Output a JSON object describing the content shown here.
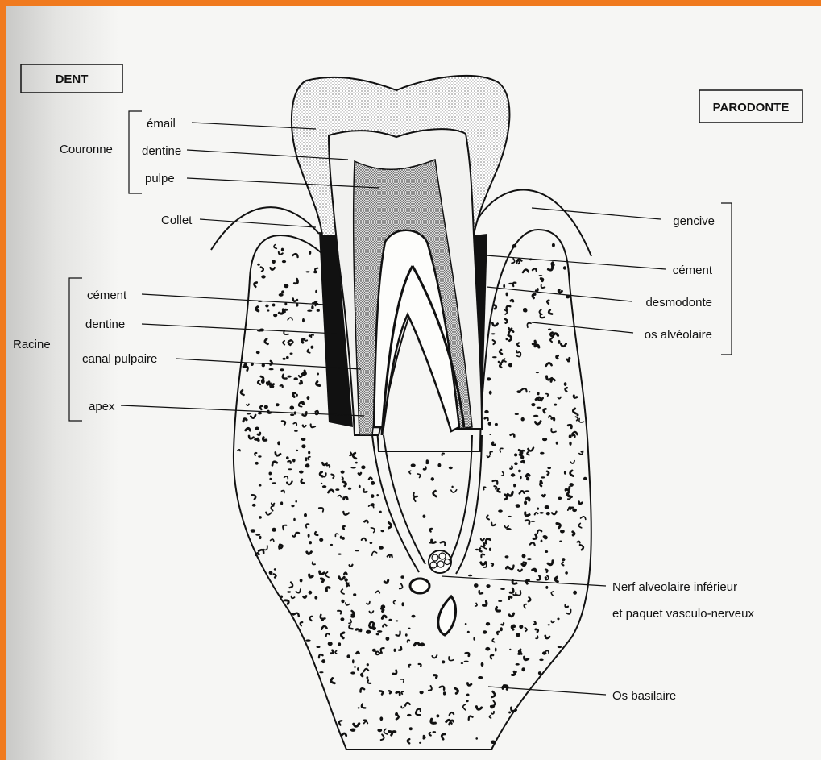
{
  "diagram": {
    "box_left": "DENT",
    "box_right": "PARODONTE",
    "groups": {
      "couronne": "Couronne",
      "racine": "Racine"
    },
    "labels": {
      "email": "émail",
      "dentine_couronne": "dentine",
      "pulpe": "pulpe",
      "collet": "Collet",
      "cement_left": "cément",
      "dentine_racine": "dentine",
      "canal_pulpaire": "canal pulpaire",
      "apex": "apex",
      "gencive": "gencive",
      "cement_right": "cément",
      "desmodonte": "desmodonte",
      "os_alveolaire": "os alvéolaire",
      "nerf_line1": "Nerf alveolaire inférieur",
      "nerf_line2": "et paquet vasculo-nerveux",
      "os_basilaire": "Os basilaire"
    }
  }
}
